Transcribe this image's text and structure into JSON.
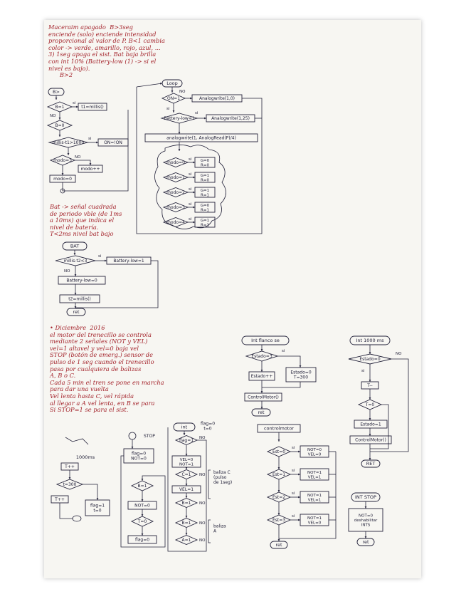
{
  "colors": {
    "paper": "#f7f6f2",
    "ink_dark": "#23223a",
    "ink_red": "#a4242c"
  },
  "notes": {
    "top_left": "Maceraim apagado  B>3seg\nenciende (solo) enciende intensidad\nproporcional al valor de P. B<1 cambia\ncolor -> verde, amarillo, rojo, azul, ...\n3) 1seg apaga el sist. Bat baja brilla\ncon int 10% (Battery-low (1) -> si el\nnivel es bajo).\n      B>2",
    "bat_desc": "Bat -> señal cuadrada\nde periodo vble (de 1ms\na 10ms) que indica el\nnivel de batería.\nT<2ms nivel bat bajo",
    "dec2016": "• Diciembre  2016\nel motor del trenecillo se controla\nmediante 2 señales (NOT y VEL)\nvel=1 altavel y vel=0 baja vel\nSTOP (botón de emerg.) sensor de\npulso de 1 seg cuando el trenecillo\npasa por cualquiera de balizas\nA, B o C.\nCada 5 min el tren se pone en marcha\npara dar una vuelta\nVel lenta hasta C, vel rápida\nal llegar a A vel lenta, en B se para\nSi STOP=1 se para el sist."
  },
  "flow_b": {
    "start": "B>",
    "d1": "B=1",
    "a1": "t1=millis()",
    "d2": "B=0",
    "d3": "millis-t1>1000",
    "a3": "ON=!ON",
    "d4": "modo=3",
    "a4": "modo++",
    "a5": "modo=0",
    "si": "si",
    "no": "NO"
  },
  "flow_loop": {
    "start": "Loop",
    "d_on": "ON=1",
    "a_on": "Analogwrite(1,0)",
    "d_bat": "Battery-low=1",
    "a_bat": "Analogwrite(1,25)",
    "a_pot": "analogwrite(1, AnalogRead(P)/4)",
    "modes": [
      {
        "cond": "modo=0",
        "act": "G=0  R=0"
      },
      {
        "cond": "modo=1",
        "act": "G=1  R=0"
      },
      {
        "cond": "modo=2",
        "act": "G=1  R=1"
      },
      {
        "cond": "modo=3",
        "act": "G=0  R=1"
      },
      {
        "cond": "modo=4",
        "act": "G=1  R=1"
      }
    ],
    "si": "si",
    "no": "NO"
  },
  "flow_bat": {
    "start": "BAT",
    "d1": "millis-t2<3",
    "a1": "Battery-low=1",
    "a2": "Battery-low=0",
    "a3": "t2=millis()",
    "end": "ret",
    "si": "si",
    "no": "NO"
  },
  "sketch": {
    "timer": "1000ms",
    "d1": "t=300",
    "a1": "T++",
    "a2": "flag=1  t=0"
  },
  "flow_stop": {
    "start": "STOP",
    "a1": "flag=0  NOT=0",
    "d1": "B=1",
    "a2": "NOT=0",
    "d2": "T=0",
    "a3": "flag=0"
  },
  "flow_int": {
    "start": "int",
    "note": "flag=0  t=0",
    "d1": "flag=1",
    "a1": "VEL=0  NOT=1",
    "d2": "C=1",
    "a2": "VEL=1",
    "d3": "B=1",
    "d4": "A=1",
    "baliza_c": "baliza C\n(pulso\nde 1seg)",
    "baliza_a": "baliza\nA",
    "no": "NO",
    "si": "si"
  },
  "flow_flanco": {
    "start": "Int flanco se",
    "d1": "Estado=3",
    "a1": "Estado++",
    "a2": "Estado=0  T=300",
    "a3": "ControlMotor()",
    "end": "ret",
    "si": "si"
  },
  "flow_1000": {
    "start": "Int 1000 ms",
    "d1": "Estado=0",
    "a1": "T--",
    "d2": "T=0",
    "a2": "Estado=1",
    "a3": "ControlMotor()",
    "end": "RET",
    "si": "si",
    "no": "NO"
  },
  "flow_ctrl": {
    "start": "controlmotor",
    "rows": [
      {
        "cond": "Est=0",
        "act": "NOT=0  VEL=0"
      },
      {
        "cond": "Est=1",
        "act": "NOT=1  VEL=1"
      },
      {
        "cond": "Est=2",
        "act": "NOT=1  VEL=1"
      },
      {
        "cond": "Est=3",
        "act": "NOT=1  VEL=0"
      }
    ],
    "end": "ret",
    "si": "si"
  },
  "flow_intstop": {
    "start": "INT STOP",
    "a1": "NOT=0  deshabilitar  INTS",
    "end": "ret"
  }
}
